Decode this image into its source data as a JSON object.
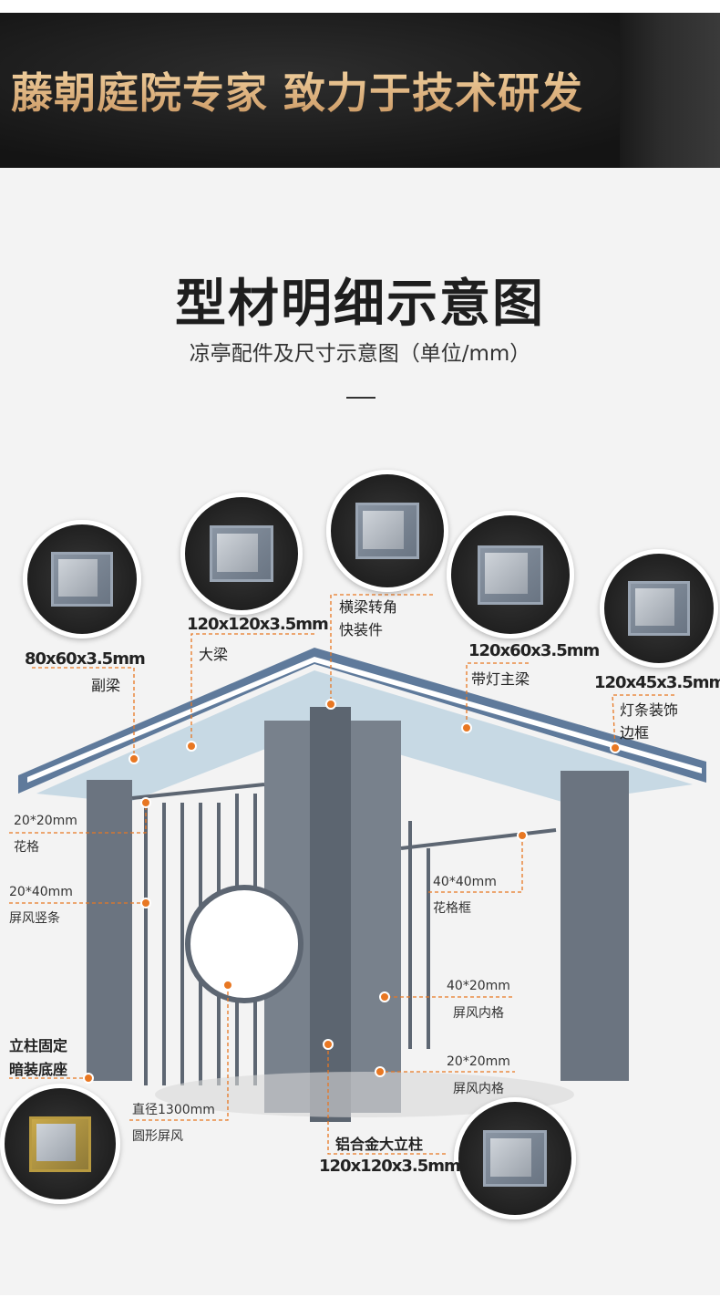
{
  "banner": {
    "slogan": "藤朝庭院专家 致力于技术研发"
  },
  "heading": {
    "title": "型材明细示意图",
    "subtitle": "凉亭配件及尺寸示意图（单位/mm）"
  },
  "accent": "#e87722",
  "callouts": [
    {
      "size": "80x60x3.5mm",
      "name": "副梁"
    },
    {
      "size": "120x120x3.5mm",
      "name": "大梁"
    },
    {
      "size": "横梁转角",
      "name": "快装件"
    },
    {
      "size": "120x60x3.5mm",
      "name": "带灯主梁"
    },
    {
      "size": "120x45x3.5mm",
      "name": "灯条装饰",
      "name2": "边框"
    },
    {
      "size": "20*20mm",
      "name": "花格"
    },
    {
      "size": "20*40mm",
      "name": "屏风竖条"
    },
    {
      "size": "40*40mm",
      "name": "花格框"
    },
    {
      "size": "40*20mm",
      "name": "屏风内格"
    },
    {
      "size": "20*20mm",
      "name": "屏风内格"
    },
    {
      "size": "立柱固定",
      "name": "暗装底座"
    },
    {
      "size": "直径1300mm",
      "name": "圆形屏风"
    },
    {
      "size": "铝合金大立柱",
      "name": "120x120x3.5mm"
    }
  ]
}
